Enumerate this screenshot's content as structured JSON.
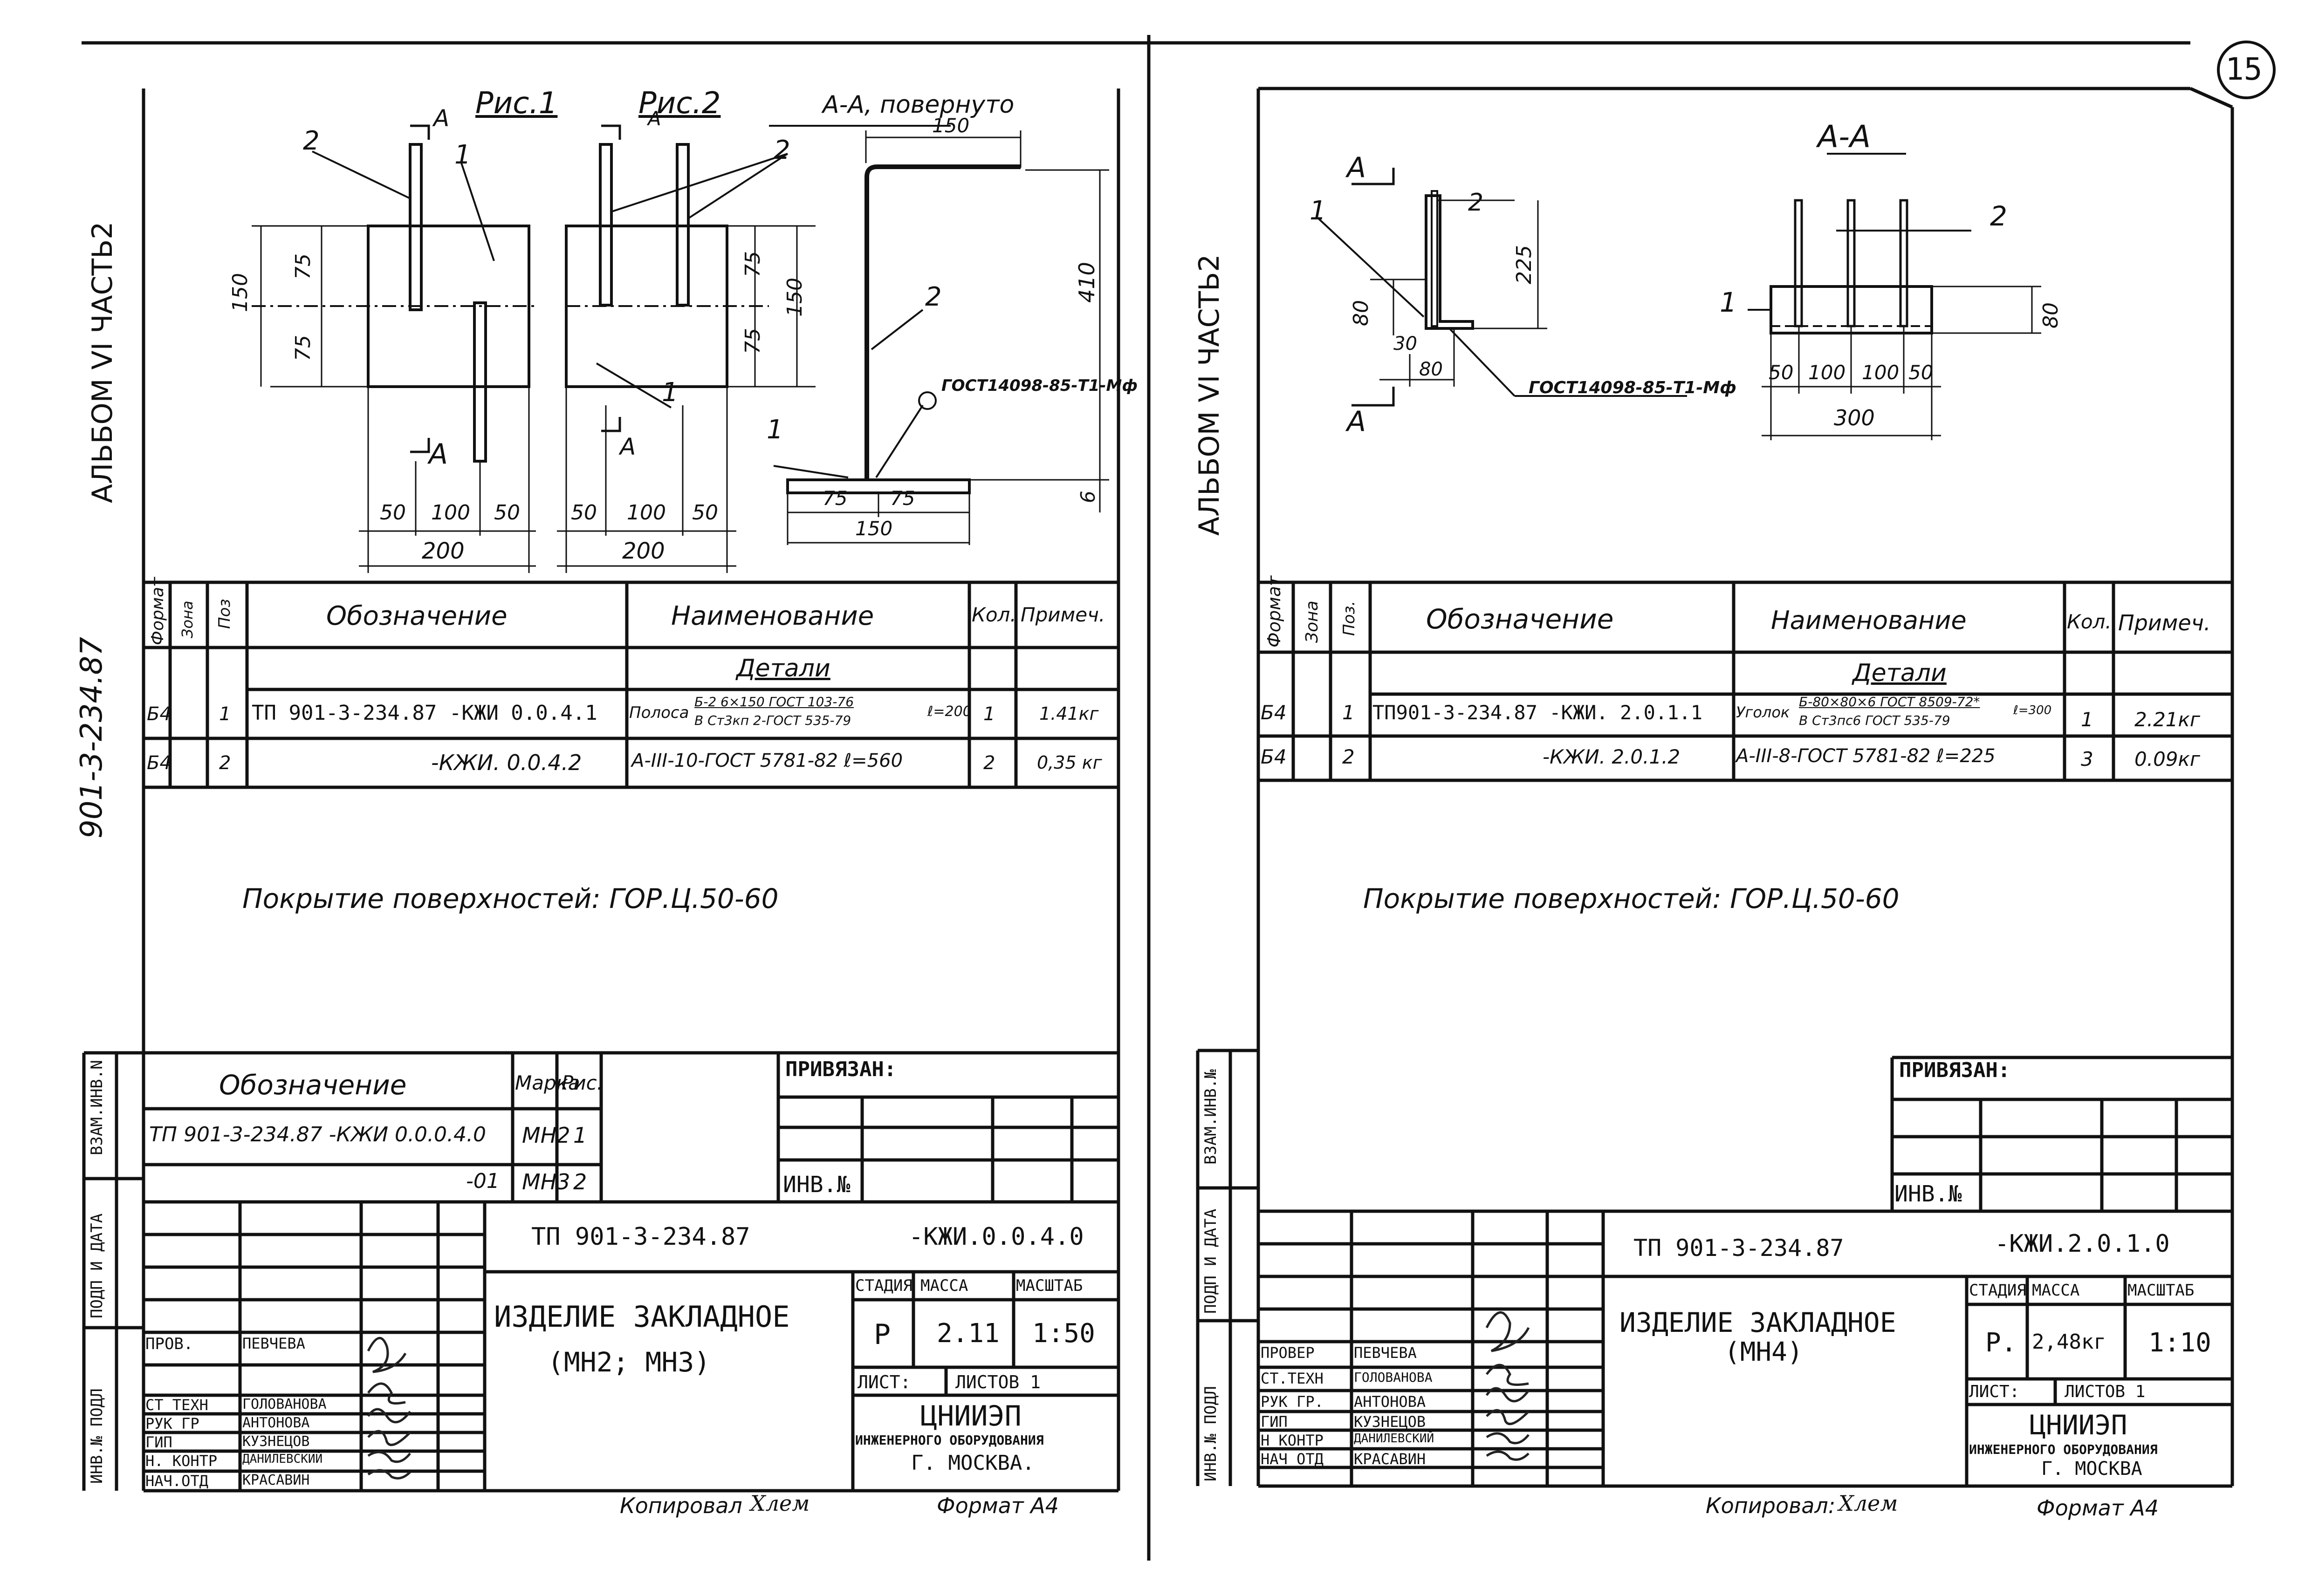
{
  "page_number": "15",
  "left": {
    "album_label": "АЛЬБОМ VI  ЧАСТЬ2",
    "doc_side_code": "901-3-234.87",
    "fig1_title": "Рис.1",
    "fig2_title": "Рис.2",
    "section_title": "А-А, повернуто",
    "section_letter": "А",
    "leaders": [
      "1",
      "2",
      "1",
      "2",
      "2",
      "1"
    ],
    "dims": {
      "d150": "150",
      "d75": "75",
      "d50": "50",
      "d100": "100",
      "d200": "200",
      "d410": "410",
      "d6": "6"
    },
    "weld_note": "ГОСТ14098-85-Т1-Мф",
    "spec_headers": [
      "Формат",
      "Зона",
      "Поз",
      "Обозначение",
      "Наименование",
      "Кол.",
      "Примеч."
    ],
    "spec_section": "Детали",
    "spec_rows": [
      {
        "format": "Б4",
        "pos": "1",
        "designation": "ТП 901-3-234.87 -КЖИ 0.0.4.1",
        "name_main": "Полоса",
        "name_top": "Б-2 6×150 ГОСТ 103-76",
        "name_bottom": "В Ст3кп 2-ГОСТ 535-79",
        "name_suffix": "ℓ=200",
        "qty": "1",
        "note": "1.41кг"
      },
      {
        "format": "Б4",
        "pos": "2",
        "designation": "-КЖИ. 0.0.4.2",
        "name_main": "А-III-10-ГОСТ 5781-82  ℓ=560",
        "qty": "2",
        "note": "0,35 кг"
      }
    ],
    "coating": "Покрытие поверхностей:  ГОР.Ц.50-60",
    "vmarks_headers": [
      "Обозначение",
      "Марка",
      "Рис."
    ],
    "vmarks_rows": [
      {
        "designation": "ТП 901-3-234.87  -КЖИ 0.0.0.4.0",
        "mark": "МН2",
        "fig": "1"
      },
      {
        "designation": "-01",
        "mark": "МН3",
        "fig": "2"
      }
    ],
    "privyazan": "ПРИВЯЗАН:",
    "inv_no": "ИНВ.№",
    "stamp_code": "ТП 901-3-234.87",
    "stamp_code2": "-КЖИ.0.0.4.0",
    "title": "ИЗДЕЛИЕ ЗАКЛАДНОЕ",
    "title2": "(МН2; МН3)",
    "stage_hdr": "СТАДИЯ",
    "mass_hdr": "МАССА",
    "scale_hdr": "МАСШТАБ",
    "stage": "Р",
    "mass": "2.11",
    "scale": "1:50",
    "sheet": "ЛИСТ:",
    "sheets": "ЛИСТОВ 1",
    "org1": "ЦНИИЭП",
    "org2": "ИНЖЕНЕРНОГО ОБОРУДОВАНИЯ",
    "org3": "Г. МОСКВА.",
    "roles": [
      "ПРОВ.",
      "СТ ТЕХН",
      "РУК ГР",
      "ГИП",
      "Н. КОНТР",
      "НАЧ.ОТД"
    ],
    "names": [
      "ПЕВЧЕВА",
      "ГОЛОВАНОВА",
      "АНТОНОВА",
      "КУЗНЕЦОВ",
      "ДАНИЛЕВСКИЙ",
      "КРАСАВИН"
    ],
    "side_labels": [
      "ИНВ.№ ПОДЛ",
      "ПОДП И ДАТА",
      "ВЗАМ.ИНВ.N"
    ],
    "copied": "Копировал",
    "copied_sig": "Хлем",
    "format": "Формат А4"
  },
  "right": {
    "album_label": "АЛЬБОМ VI  ЧАСТЬ2",
    "section_title": "А-А",
    "section_letter": "А",
    "leaders": [
      "1",
      "2",
      "2",
      "1"
    ],
    "dims": {
      "d225": "225",
      "d80": "80",
      "d30": "30",
      "d50": "50",
      "d100": "100",
      "d300": "300"
    },
    "weld_note": "ГОСТ14098-85-Т1-Мф",
    "spec_headers": [
      "Формат",
      "Зона",
      "Поз.",
      "Обозначение",
      "Наименование",
      "Кол.",
      "Примеч."
    ],
    "spec_section": "Детали",
    "spec_rows": [
      {
        "format": "Б4",
        "pos": "1",
        "designation": "ТП901-3-234.87 -КЖИ. 2.0.1.1",
        "name_main": "Уголок",
        "name_top": "Б-80×80×6 ГОСТ 8509-72*",
        "name_bottom": "В Ст3пс6 ГОСТ 535-79",
        "name_suffix": "ℓ=300",
        "qty": "1",
        "note": "2.21кг"
      },
      {
        "format": "Б4",
        "pos": "2",
        "designation": "-КЖИ. 2.0.1.2",
        "name_main": "А-III-8-ГОСТ 5781-82  ℓ=225",
        "qty": "3",
        "note": "0.09кг"
      }
    ],
    "coating": "Покрытие поверхностей:  ГОР.Ц.50-60",
    "privyazan": "ПРИВЯЗАН:",
    "inv_no": "ИНВ.№",
    "stamp_code": "ТП 901-3-234.87",
    "stamp_code2": "-КЖИ.2.0.1.0",
    "title": "ИЗДЕЛИЕ ЗАКЛАДНОЕ",
    "title2": "(МН4)",
    "stage_hdr": "СТАДИЯ",
    "mass_hdr": "МАССА",
    "scale_hdr": "МАСШТАБ",
    "stage": "Р.",
    "mass": "2,48кг",
    "scale": "1:10",
    "sheet": "ЛИСТ:",
    "sheets": "ЛИСТОВ 1",
    "org1": "ЦНИИЭП",
    "org2": "ИНЖЕНЕРНОГО ОБОРУДОВАНИЯ",
    "org3": "Г. МОСКВА",
    "roles": [
      "ПРОВЕР",
      "СТ.ТЕХН",
      "РУК ГР.",
      "ГИП",
      "Н КОНТР",
      "НАЧ ОТД"
    ],
    "names": [
      "ПЕВЧЕВА",
      "ГОЛОВАНОВА",
      "АНТОНОВА",
      "КУЗНЕЦОВ",
      "ДАНИЛЕВСКИЙ",
      "КРАСАВИН"
    ],
    "side_labels": [
      "ИНВ.№ ПОДЛ",
      "ПОДП И ДАТА",
      "ВЗАМ.ИНВ.№"
    ],
    "copied": "Копировал:",
    "copied_sig": "Хлем",
    "format": "Формат А4"
  }
}
